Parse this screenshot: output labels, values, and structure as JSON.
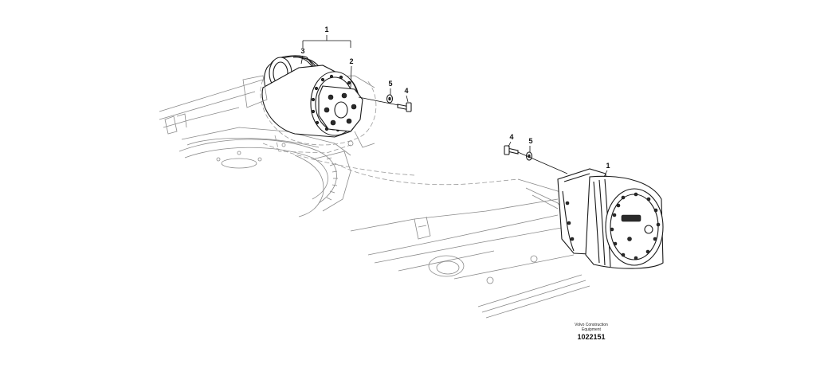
{
  "callouts": [
    {
      "id": "c1a",
      "text": "1"
    },
    {
      "id": "c2",
      "text": "2"
    },
    {
      "id": "c3",
      "text": "3"
    },
    {
      "id": "c5a",
      "text": "5"
    },
    {
      "id": "c4a",
      "text": "4"
    },
    {
      "id": "c4b",
      "text": "4"
    },
    {
      "id": "c5b",
      "text": "5"
    },
    {
      "id": "c1b",
      "text": "1"
    }
  ],
  "credit": {
    "line1": "Volvo Construction",
    "line2": "Equipment",
    "figure_number": "1022151"
  }
}
